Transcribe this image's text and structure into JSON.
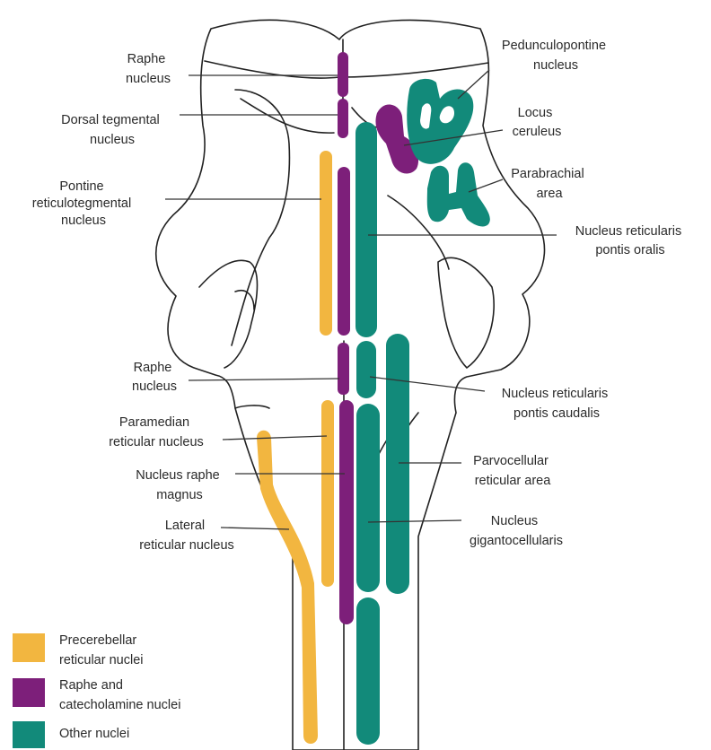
{
  "colors": {
    "precerebellar": "#f2b640",
    "raphe": "#7d1f7a",
    "other": "#128a7a",
    "outline": "#222222",
    "background": "#ffffff"
  },
  "labels": {
    "raphe_nucleus_top": [
      "Raphe",
      "nucleus"
    ],
    "dorsal_tegmental": [
      "Dorsal tegmental",
      "nucleus"
    ],
    "pontine_reticulotegmental": [
      "Pontine",
      "reticulotegmental",
      "nucleus"
    ],
    "pedunculopontine": [
      "Pedunculopontine",
      "nucleus"
    ],
    "locus_ceruleus": [
      "Locus",
      "ceruleus"
    ],
    "parabrachial": [
      "Parabrachial",
      "area"
    ],
    "reticularis_pontis_oralis": [
      "Nucleus reticularis",
      "pontis oralis"
    ],
    "raphe_nucleus_mid": [
      "Raphe",
      "nucleus"
    ],
    "reticularis_pontis_caudalis": [
      "Nucleus reticularis",
      "pontis caudalis"
    ],
    "paramedian_reticular": [
      "Paramedian",
      "reticular nucleus"
    ],
    "parvocellular": [
      "Parvocellular",
      "reticular area"
    ],
    "raphe_magnus": [
      "Nucleus raphe",
      "magnus"
    ],
    "gigantocellularis": [
      "Nucleus",
      "gigantocellularis"
    ],
    "lateral_reticular": [
      "Lateral",
      "reticular nucleus"
    ]
  },
  "legend": [
    {
      "label": [
        "Precerebellar",
        "reticular nuclei"
      ],
      "color": "#f2b640"
    },
    {
      "label": [
        "Raphe and",
        "catecholamine nuclei"
      ],
      "color": "#7d1f7a"
    },
    {
      "label": [
        "Other nuclei"
      ],
      "color": "#128a7a"
    }
  ]
}
